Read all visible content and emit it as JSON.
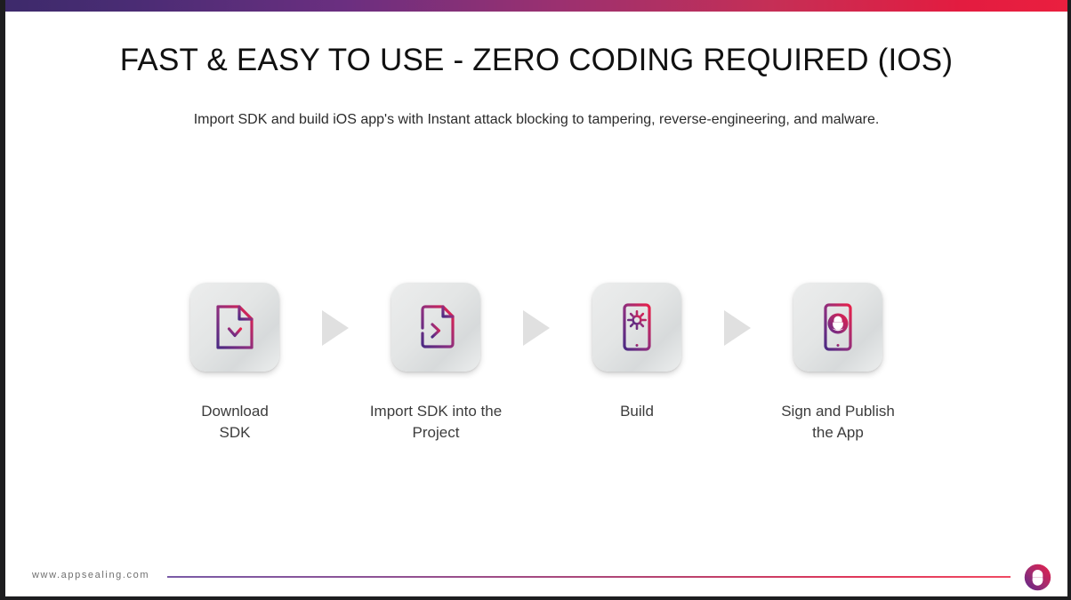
{
  "slide": {
    "title": "FAST & EASY TO USE - ZERO CODING REQUIRED (IOS)",
    "subtitle": "Import SDK and build iOS app's with Instant attack blocking to tampering, reverse-engineering, and malware."
  },
  "colors": {
    "gradient_start": "#3d2a6b",
    "gradient_mid": "#9b3070",
    "gradient_end": "#ea1f3f",
    "arrow_gray": "#e0e0e0",
    "tile_bg": "#e3e5e5",
    "label_text": "#3c3c3c",
    "title_text": "#111111",
    "footer_text": "#6f6f6f",
    "border_dark": "#1d1d1f"
  },
  "flow": {
    "steps": [
      {
        "label": "Download\nSDK",
        "icon": "file-download-icon"
      },
      {
        "label": "Import SDK into the\nProject",
        "icon": "file-import-arrow-icon"
      },
      {
        "label": "Build",
        "icon": "phone-gear-icon"
      },
      {
        "label": "Sign and Publish\nthe App",
        "icon": "phone-shield-lock-icon"
      }
    ],
    "separator_icon": "triangle-right-icon"
  },
  "footer": {
    "url": "www.appsealing.com",
    "logo_icon": "appsealing-logo-icon"
  }
}
